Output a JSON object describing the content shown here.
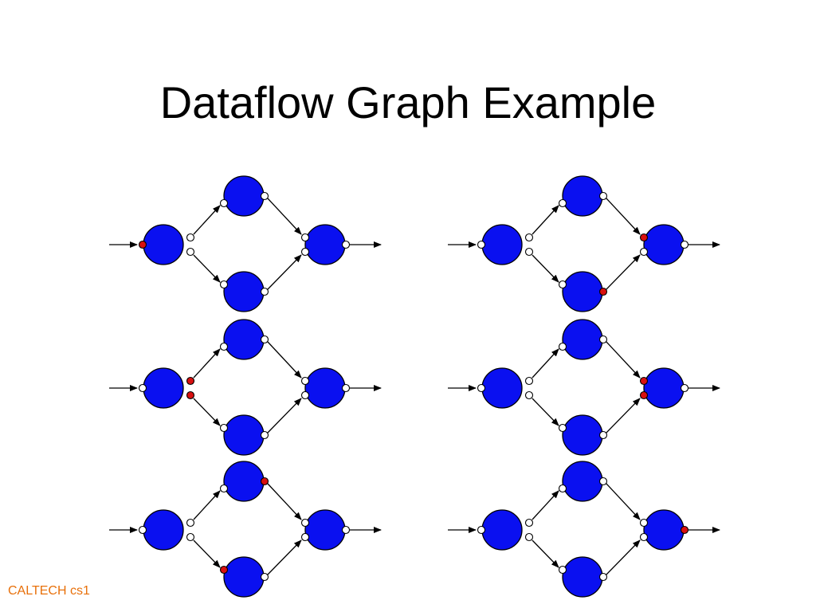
{
  "title": "Dataflow Graph Example",
  "footer": "CALTECH cs1",
  "colors": {
    "node_fill": "#0a10f0",
    "token_full": "#d81010",
    "token_empty": "#ffffff",
    "edge": "#000000",
    "footer": "#e8700a"
  },
  "graph": {
    "nodes": [
      "in",
      "top",
      "bottom",
      "out"
    ],
    "edges": [
      {
        "from": "source",
        "to": "in"
      },
      {
        "from": "in",
        "to": "top"
      },
      {
        "from": "in",
        "to": "bottom"
      },
      {
        "from": "top",
        "to": "out"
      },
      {
        "from": "bottom",
        "to": "out"
      },
      {
        "from": "out",
        "to": "sink"
      }
    ]
  },
  "states": [
    {
      "id": "state-1",
      "full_tokens": [
        "in.in"
      ]
    },
    {
      "id": "state-2",
      "full_tokens": [
        "out.in_top",
        "bottom.out"
      ]
    },
    {
      "id": "state-3",
      "full_tokens": [
        "in.out_top",
        "in.out_bottom"
      ]
    },
    {
      "id": "state-4",
      "full_tokens": [
        "out.in_top",
        "out.in_bottom"
      ]
    },
    {
      "id": "state-5",
      "full_tokens": [
        "top.out",
        "bottom.in"
      ]
    },
    {
      "id": "state-6",
      "full_tokens": [
        "out.out"
      ]
    }
  ]
}
